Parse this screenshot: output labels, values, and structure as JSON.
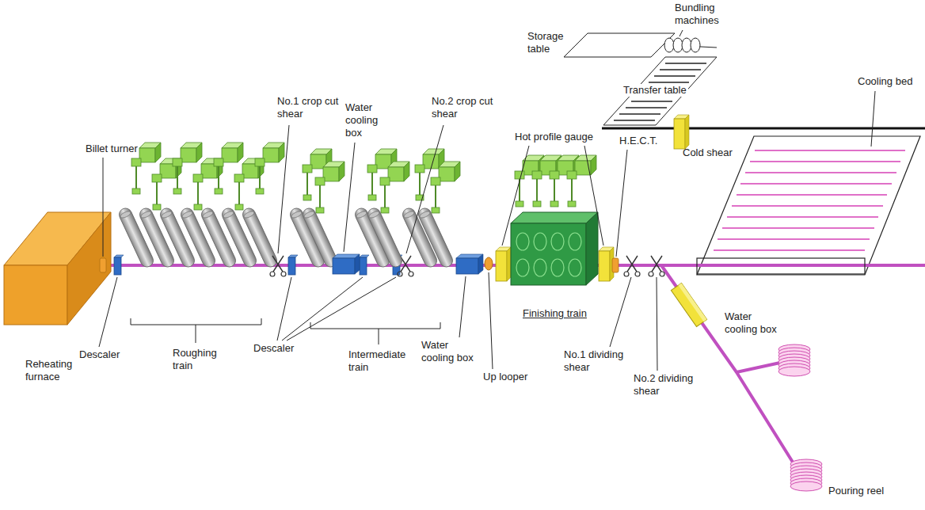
{
  "diagram": {
    "labels": [
      "Bundling machines",
      "Storage table",
      "Transfer table",
      "No.1 crop cut shear",
      "Water cooling box",
      "No.2 crop cut shear",
      "Cooling bed",
      "Hot profile gauge",
      "Billet turner",
      "H.E.C.T.",
      "Cold shear",
      "Finishing train",
      "Water cooling box",
      "Descaler",
      "Descaler",
      "Roughing train",
      "Intermediate train",
      "Water cooling box",
      "No.1 dividing shear",
      "Up looper",
      "No.2 dividing shear",
      "Reheating furnace",
      "Pouring reel"
    ]
  }
}
